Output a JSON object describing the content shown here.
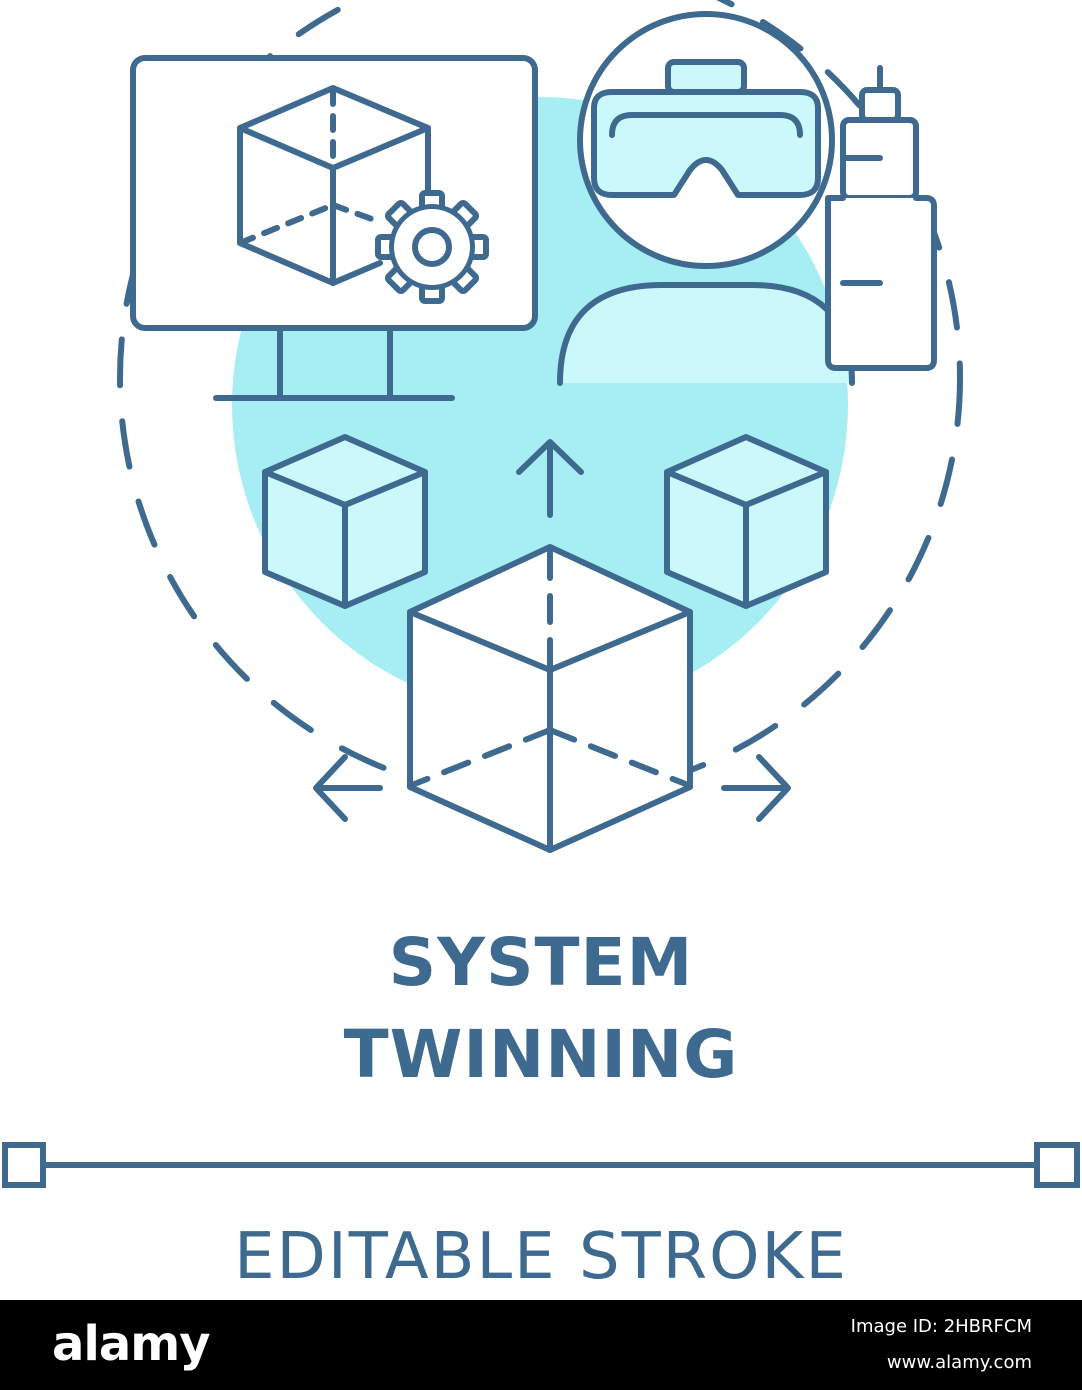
{
  "colors": {
    "stroke": "#3f6a8f",
    "accent": "#a6eef4",
    "fill_light": "#cbf8fb",
    "background": "#ffffff",
    "footer_background": "#000000",
    "footer_text": "#ffffff"
  },
  "icons": [
    "dashed-circle",
    "computer-monitor-icon",
    "wireframe-cube-icon",
    "gear-icon",
    "vr-headset-user-icon",
    "smartphone-device-icon",
    "cube-icon",
    "arrow-up-icon",
    "arrow-left-icon",
    "arrow-right-icon"
  ],
  "title": {
    "line1": "SYSTEM",
    "line2": "TWINNING"
  },
  "caption": "EDITABLE STROKE",
  "footer": {
    "brand": "alamy",
    "image_id": "Image ID: 2HBRFCM",
    "url": "www.alamy.com"
  }
}
